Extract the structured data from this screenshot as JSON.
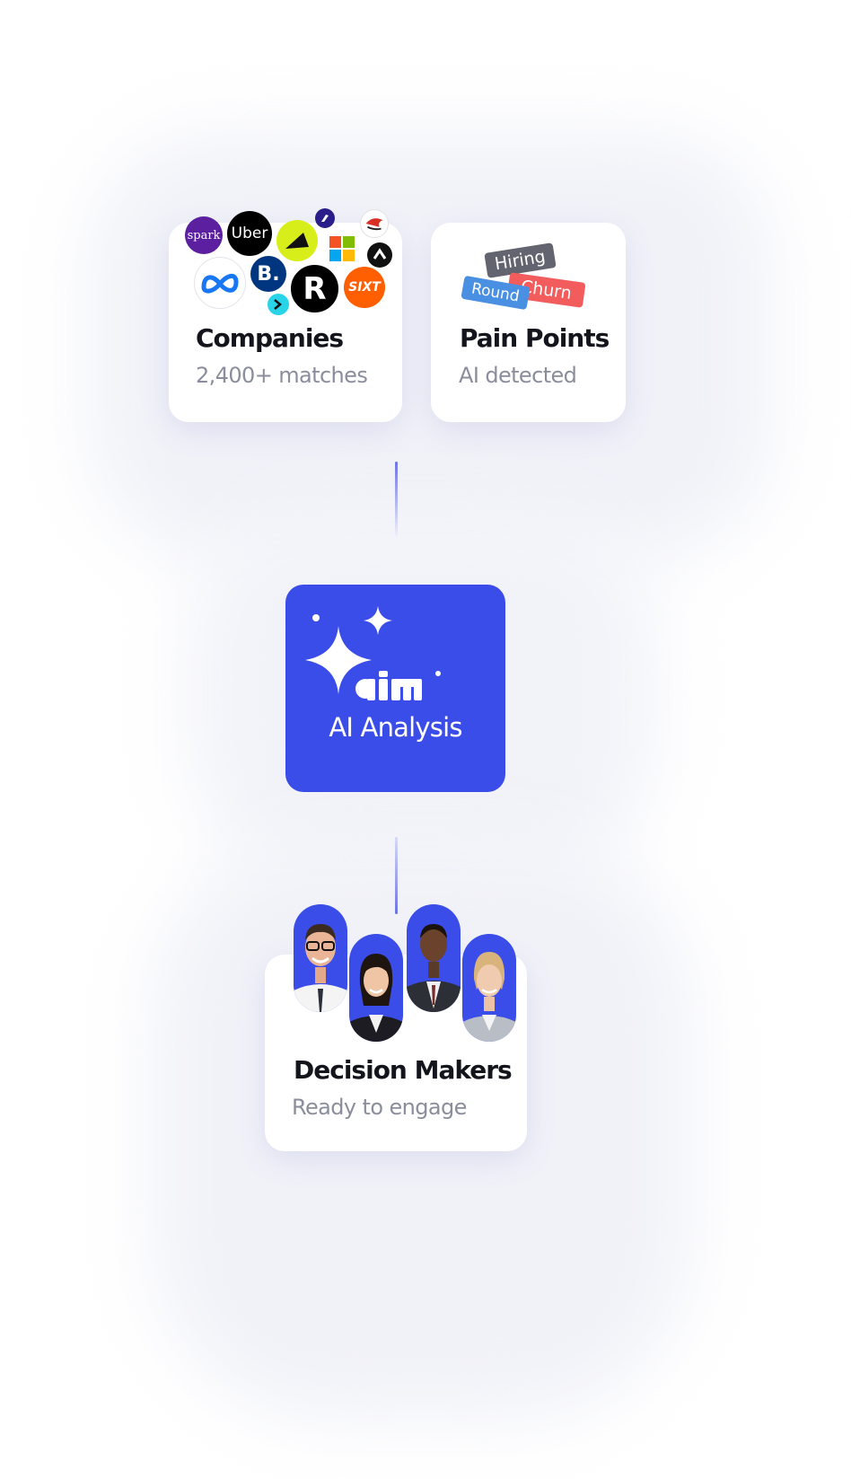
{
  "companies": {
    "title": "Companies",
    "subtitle": "2,400+ matches",
    "logos": [
      {
        "name": "spark-logo",
        "text": "spark",
        "color": "#5b1fa0"
      },
      {
        "name": "uber-logo",
        "text": "Uber",
        "color": "#000000"
      },
      {
        "name": "sixt-logo",
        "text": "SIXT",
        "color": "#ff5f00"
      },
      {
        "name": "b-logo",
        "text": "B.",
        "color": "#003580"
      },
      {
        "name": "r-logo",
        "text": "R",
        "color": "#000000"
      }
    ]
  },
  "pain_points": {
    "title": "Pain Points",
    "subtitle": "AI detected",
    "tags": [
      "Hiring",
      "Churn",
      "Round"
    ]
  },
  "ai": {
    "brand": "aim",
    "label": "AI Analysis",
    "color": "#3b4de8"
  },
  "decision_makers": {
    "title": "Decision Makers",
    "subtitle": "Ready to engage"
  },
  "colors": {
    "accent": "#3b4de8",
    "connector": "#6d74e4",
    "tag_hiring": "#626570",
    "tag_churn": "#f25c5c",
    "tag_round": "#4a90e2"
  }
}
